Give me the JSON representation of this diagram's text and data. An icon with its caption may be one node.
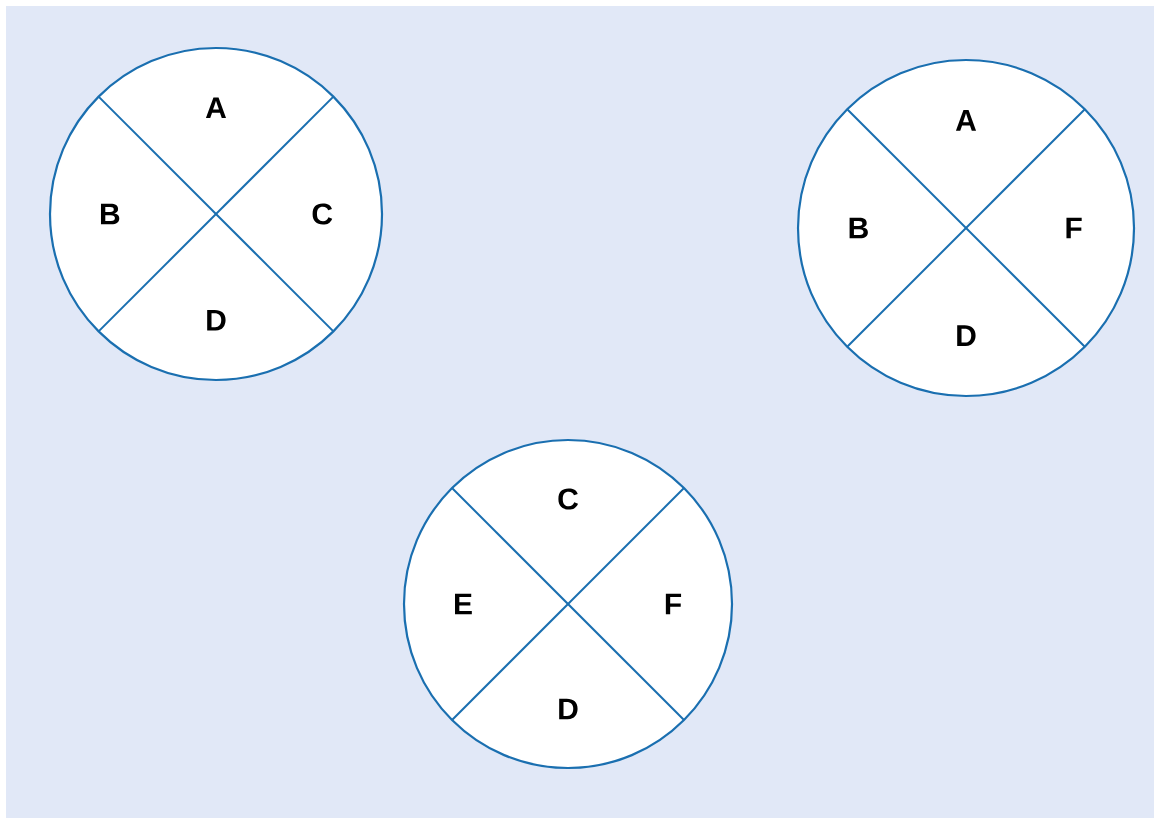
{
  "diagram": {
    "nodes": [
      {
        "text": [
          "A",
          "B",
          "C",
          "D"
        ]
      },
      {
        "text": [
          "A",
          "B",
          "F",
          "D"
        ]
      },
      {
        "text": [
          "C",
          "E",
          "F",
          "D"
        ]
      }
    ]
  }
}
